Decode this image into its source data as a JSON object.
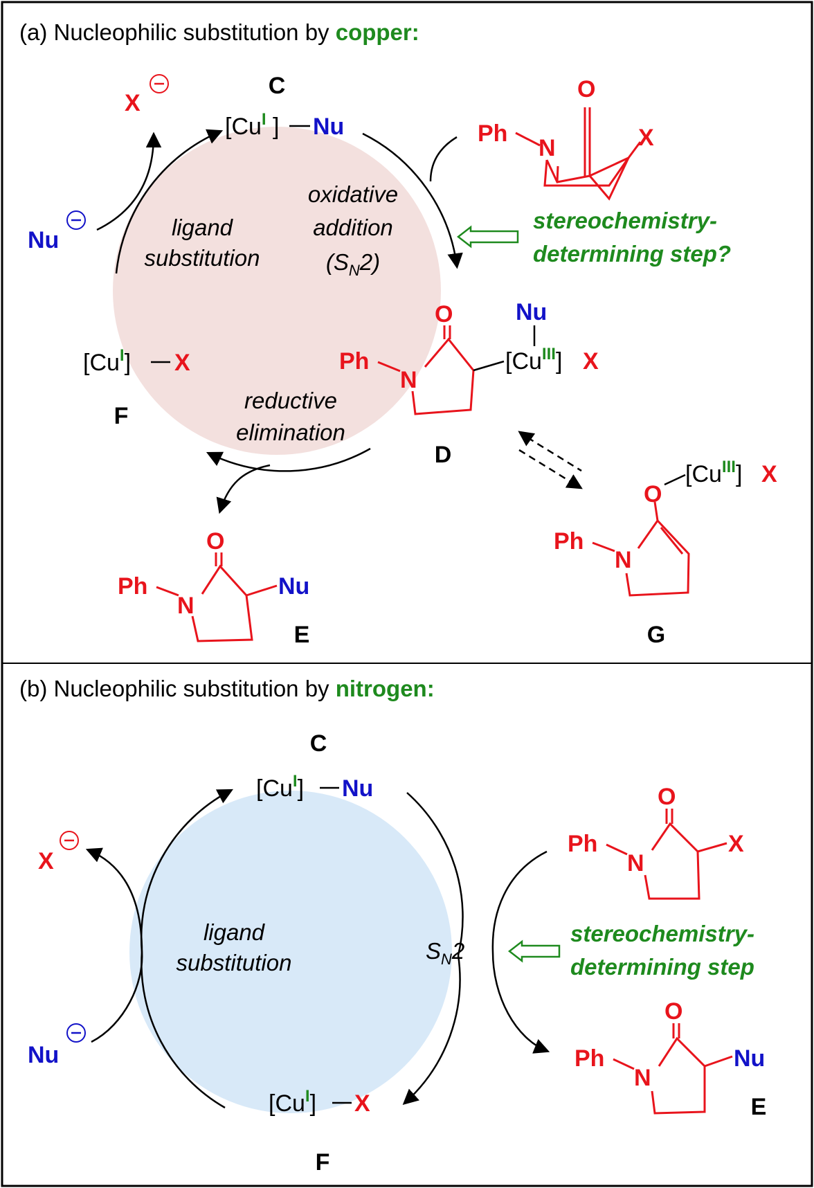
{
  "panel_a": {
    "header_prefix": "(a)  Nucleophilic substitution by ",
    "header_highlight": "copper:",
    "label_C": "C",
    "label_D": "D",
    "label_E": "E",
    "label_F": "F",
    "label_G": "G",
    "step_ligand_1": "ligand",
    "step_ligand_2": "substitution",
    "step_oxadd_1": "oxidative",
    "step_oxadd_2": "addition",
    "step_oxadd_3": "(S",
    "step_oxadd_3_sub": "N",
    "step_oxadd_3_end": "2)",
    "step_redel_1": "reductive",
    "step_redel_2": "elimination",
    "stereo_1": "stereochemistry-",
    "stereo_2": "determining  step?"
  },
  "panel_b": {
    "header_prefix": "(b)  Nucleophilic substitution by ",
    "header_highlight": "nitrogen:",
    "label_C": "C",
    "label_E": "E",
    "label_F": "F",
    "step_ligand_1": "ligand",
    "step_ligand_2": "substitution",
    "step_sn2": "S",
    "step_sn2_sub": "N",
    "step_sn2_end": "2",
    "stereo_1": "stereochemistry-",
    "stereo_2": "determining  step"
  },
  "chem": {
    "bracket_open": "[Cu",
    "bracket_close": "]",
    "ox1": "I",
    "ox3": "III",
    "Nu": "Nu",
    "X": "X",
    "Ph": "Ph",
    "N": "N",
    "O": "O",
    "minus": "−"
  },
  "colors": {
    "red": "#e8141c",
    "blue": "#1212c8",
    "green": "#1e8a1e",
    "circle_a": "#f3e0de",
    "circle_b": "#d8e9f8"
  }
}
